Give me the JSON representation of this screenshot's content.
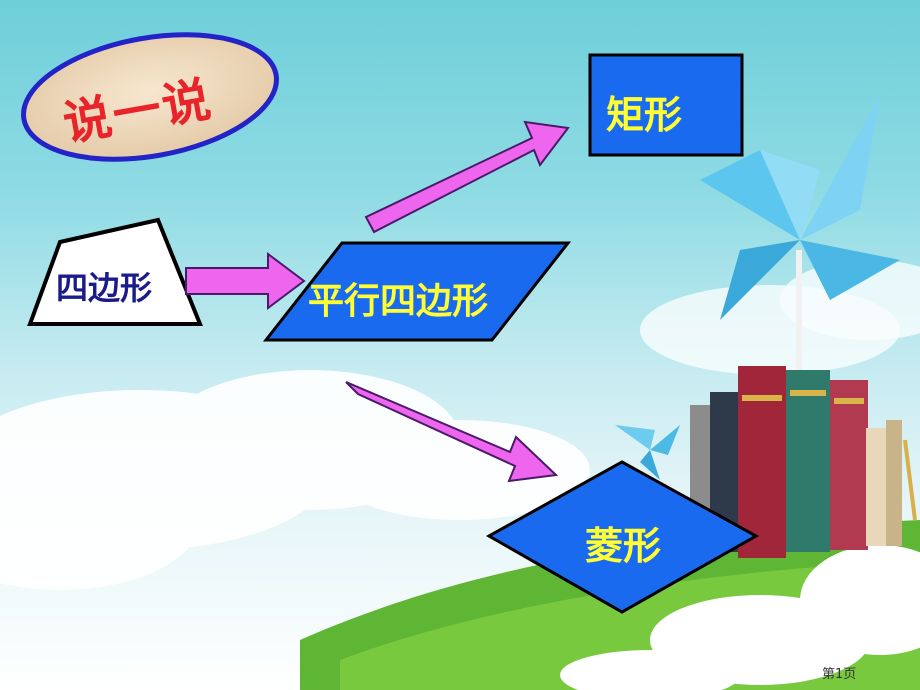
{
  "badge": {
    "text": "说一说",
    "text_color": "#e8242a",
    "border_color": "#2323c8"
  },
  "nodes": {
    "quadrilateral": {
      "label": "四边形",
      "text_color": "#1b1b8a"
    },
    "parallelogram": {
      "label": "平行四边形",
      "text_color": "#ffff33",
      "fill": "#1a6af0"
    },
    "rectangle": {
      "label": "矩形",
      "text_color": "#ffff33",
      "fill": "#1a6af0"
    },
    "rhombus": {
      "label": "菱形",
      "text_color": "#ffff33",
      "fill": "#1a6af0"
    }
  },
  "arrow_color": "#ee66ee",
  "footer": {
    "page_label": "第1页"
  }
}
